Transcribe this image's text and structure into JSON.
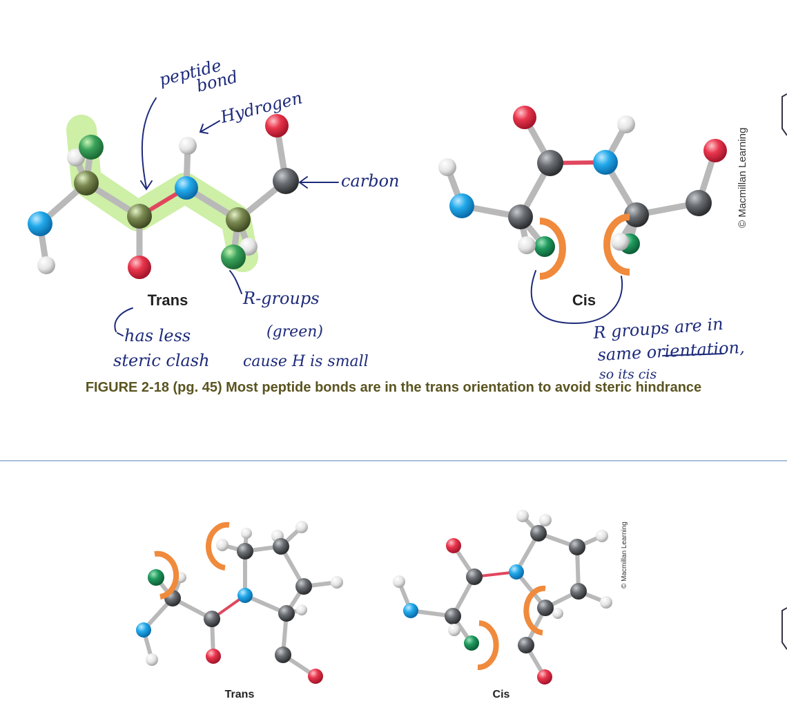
{
  "top_figure": {
    "trans_label": "Trans",
    "cis_label": "Cis",
    "caption": "FIGURE 2-18 (pg. 45) Most peptide bonds are in the trans orientation to avoid steric hindrance",
    "credit": "© Macmillan Learning"
  },
  "annotations": {
    "peptide_bond": [
      "peptide",
      "bond"
    ],
    "hydrogen": "Hydrogen",
    "carbon": "carbon",
    "r_groups": [
      "R-groups",
      "(green)"
    ],
    "trans_note": [
      "has less",
      "steric clash",
      "cause H is small"
    ],
    "cis_note": [
      "R groups are in",
      "same orientation,",
      "so its cis"
    ]
  },
  "bottom_figure": {
    "trans_label": "Trans",
    "cis_label": "Cis",
    "credit": "© Macmillan Learning"
  },
  "colors": {
    "carbon": "#5e6266",
    "nitrogen": "#1ea7e6",
    "oxygen": "#e8354c",
    "hydrogen": "#e6e6e6",
    "r_group": "#1f9a5e",
    "highlight": "#c4ec96",
    "steric_arc": "#f08a3c",
    "divider": "#a8bfd8",
    "ink": "#1d2a7a"
  }
}
